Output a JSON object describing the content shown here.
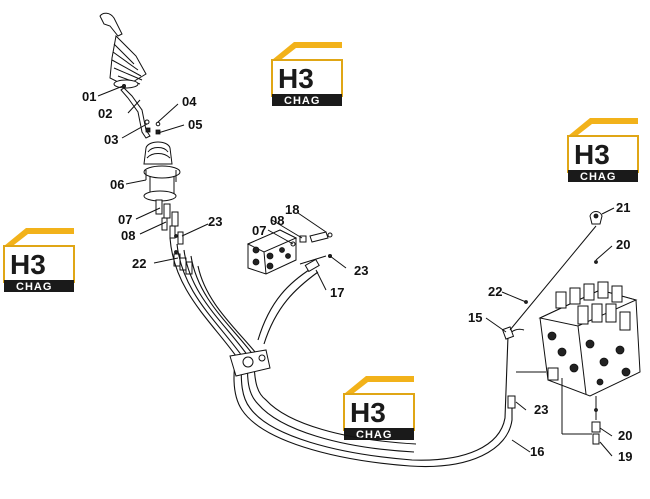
{
  "watermark": {
    "mark": "H3",
    "brand": "CHAG"
  },
  "callouts": {
    "c01": "01",
    "c02": "02",
    "c03": "03",
    "c04": "04",
    "c05": "05",
    "c06": "06",
    "c07a": "07",
    "c08a": "08",
    "c22a": "22",
    "c23a": "23",
    "c07b": "07",
    "c08b": "08",
    "c18": "18",
    "c23b": "23",
    "c17": "17",
    "c21": "21",
    "c20a": "20",
    "c22b": "22",
    "c15": "15",
    "c23c": "23",
    "c20b": "20",
    "c19": "19",
    "c16": "16"
  }
}
